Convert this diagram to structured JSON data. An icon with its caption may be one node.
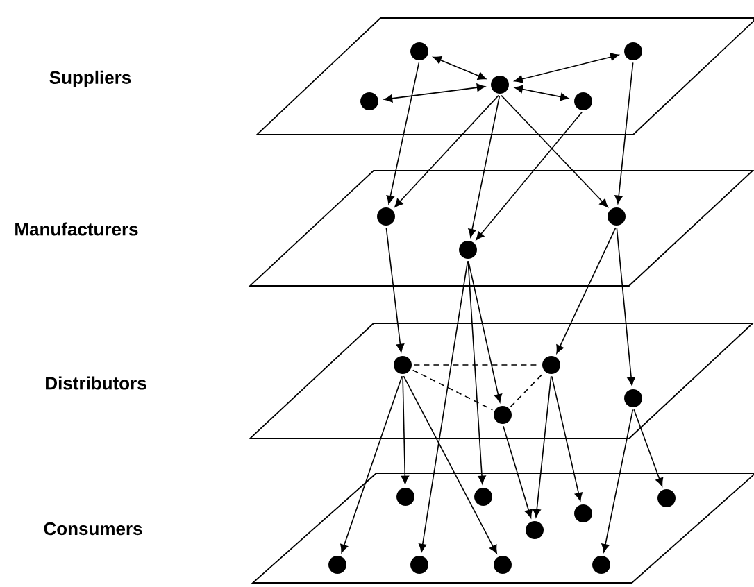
{
  "diagram": {
    "nodes": [
      {
        "text": [],
        "shape": "parallelogram"
      },
      {
        "text": [],
        "shape": "circle",
        "in": 0
      },
      {
        "text": [],
        "shape": "circle",
        "in": 0
      },
      {
        "text": [],
        "shape": "circle",
        "in": 0
      },
      {
        "text": [],
        "shape": "circle",
        "in": 0
      },
      {
        "text": [],
        "shape": "circle",
        "in": 0
      },
      {
        "text": [],
        "shape": "parallelogram"
      },
      {
        "text": [],
        "shape": "circle",
        "in": 6
      },
      {
        "text": [],
        "shape": "circle",
        "in": 6
      },
      {
        "text": [],
        "shape": "circle",
        "in": 6
      },
      {
        "text": [],
        "shape": "parallelogram"
      },
      {
        "text": [],
        "shape": "circle",
        "in": 10
      },
      {
        "text": [],
        "shape": "circle",
        "in": 10
      },
      {
        "text": [],
        "shape": "circle",
        "in": 10
      },
      {
        "text": [],
        "shape": "circle",
        "in": 10
      },
      {
        "text": [],
        "shape": "parallelogram"
      },
      {
        "text": [],
        "shape": "circle",
        "in": 15
      },
      {
        "text": [],
        "shape": "circle",
        "in": 15
      },
      {
        "text": [],
        "shape": "circle",
        "in": 15
      },
      {
        "text": [],
        "shape": "circle",
        "in": 15
      },
      {
        "text": [],
        "shape": "circle",
        "in": 15
      },
      {
        "text": [],
        "shape": "circle",
        "in": 15
      },
      {
        "text": [],
        "shape": "circle",
        "in": 15
      },
      {
        "text": [],
        "shape": "circle",
        "in": 15
      },
      {
        "text": [],
        "shape": "circle",
        "in": 15
      }
    ],
    "edges": [
      {
        "from": 1,
        "to": 4,
        "arrow": "both"
      },
      {
        "from": 4,
        "to": 2,
        "arrow": "both"
      },
      {
        "from": 3,
        "to": 4,
        "arrow": "both"
      },
      {
        "from": 4,
        "to": 5,
        "arrow": "both"
      },
      {
        "from": 1,
        "to": 7,
        "arrow": "to"
      },
      {
        "from": 4,
        "to": 7,
        "arrow": "to"
      },
      {
        "from": 4,
        "to": 8,
        "arrow": "to"
      },
      {
        "from": 5,
        "to": 8,
        "arrow": "to"
      },
      {
        "from": 4,
        "to": 9,
        "arrow": "to"
      },
      {
        "from": 2,
        "to": 9,
        "arrow": "to"
      },
      {
        "from": 7,
        "to": 11,
        "arrow": "to"
      },
      {
        "from": 9,
        "to": 12,
        "arrow": "to"
      },
      {
        "from": 9,
        "to": 13,
        "arrow": "to"
      },
      {
        "from": 8,
        "to": 14,
        "arrow": "to"
      },
      {
        "from": 11,
        "to": 12,
        "arrow": "none",
        "style": "dashed"
      },
      {
        "from": 11,
        "to": 14,
        "arrow": "none",
        "style": "dashed"
      },
      {
        "from": 14,
        "to": 12,
        "arrow": "none",
        "style": "dashed"
      },
      {
        "from": 11,
        "to": 21,
        "arrow": "to"
      },
      {
        "from": 11,
        "to": 16,
        "arrow": "to"
      },
      {
        "from": 11,
        "to": 23,
        "arrow": "to"
      },
      {
        "from": 8,
        "to": 22,
        "arrow": "to"
      },
      {
        "from": 8,
        "to": 17,
        "arrow": "to"
      },
      {
        "from": 14,
        "to": 20,
        "arrow": "to"
      },
      {
        "from": 12,
        "to": 20,
        "arrow": "to"
      },
      {
        "from": 12,
        "to": 19,
        "arrow": "to"
      },
      {
        "from": 13,
        "to": 18,
        "arrow": "to"
      },
      {
        "from": 13,
        "to": 24,
        "arrow": "to"
      }
    ],
    "labels": [
      "Suppliers",
      "Manufacturers",
      "Distributors",
      "Consumers"
    ]
  }
}
